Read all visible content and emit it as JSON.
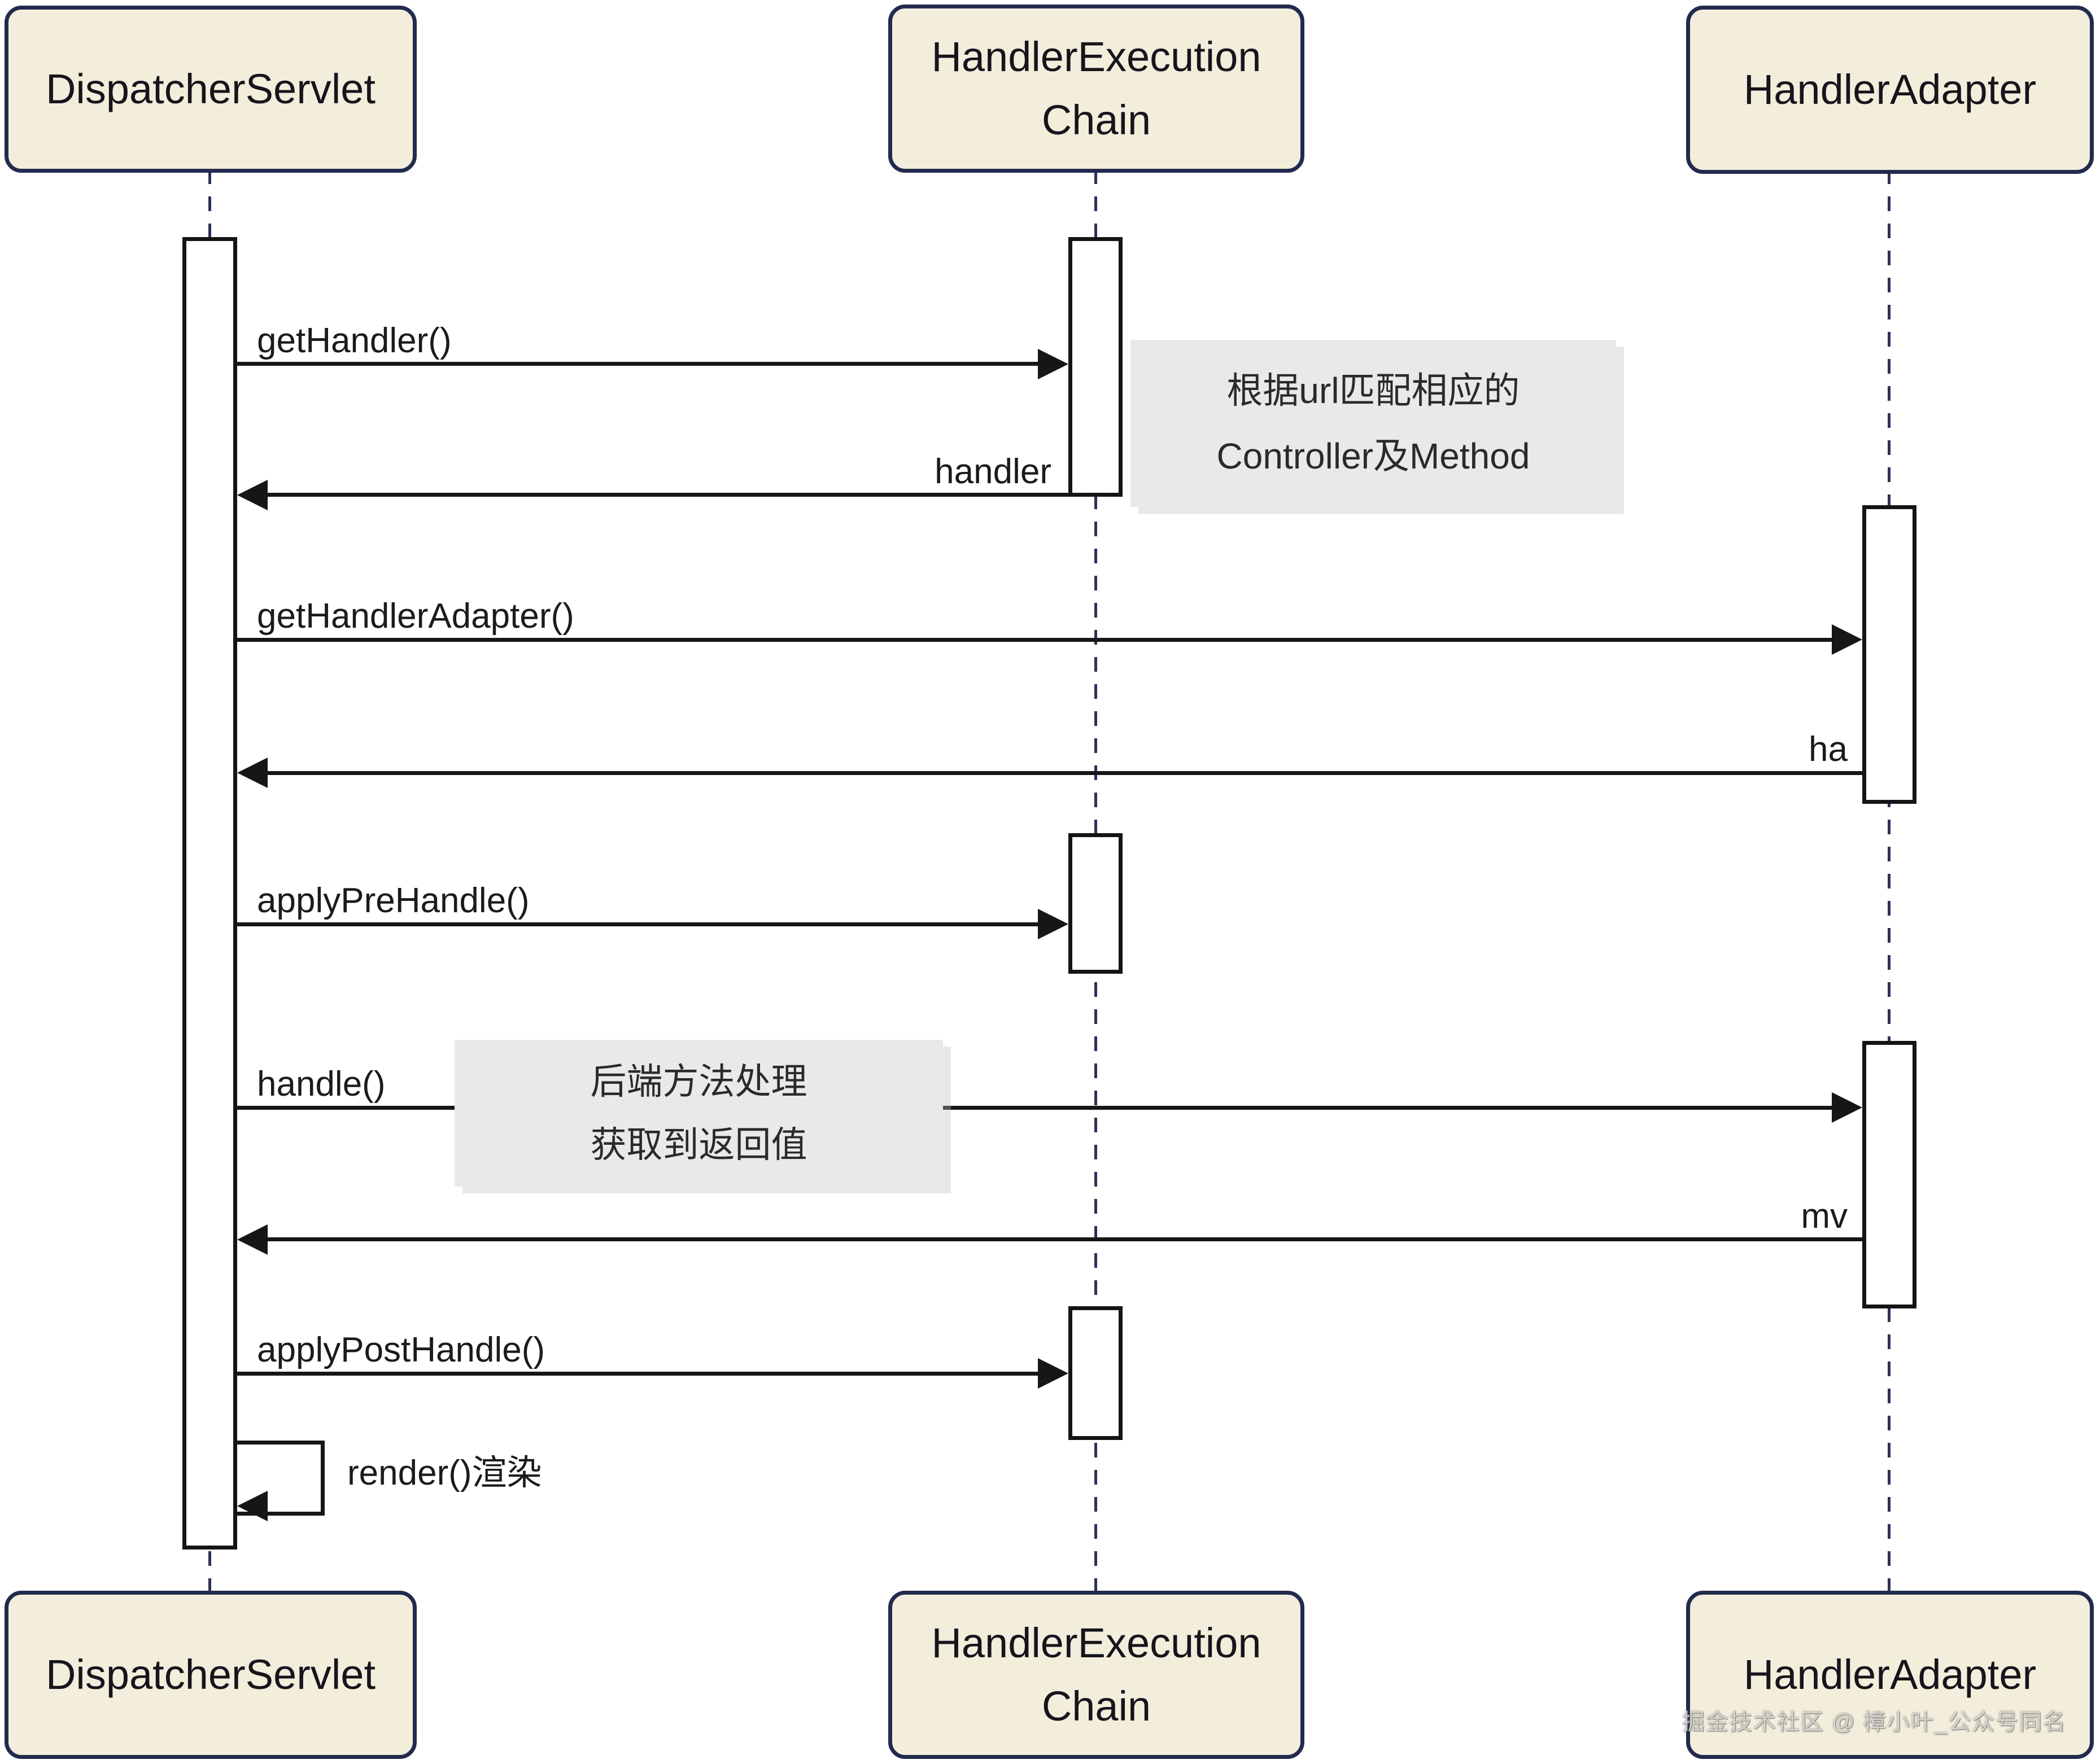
{
  "diagram": {
    "title": "Spring MVC DispatcherServlet sequence diagram",
    "actors": [
      {
        "id": "dispatcher-servlet",
        "label": "DispatcherServlet"
      },
      {
        "id": "handler-execution-chain",
        "label_line1": "HandlerExecution",
        "label_line2": "Chain"
      },
      {
        "id": "handler-adapter",
        "label": "HandlerAdapter"
      }
    ],
    "messages": [
      {
        "label": "getHandler()"
      },
      {
        "label": "handler"
      },
      {
        "label": "getHandlerAdapter()"
      },
      {
        "label": "ha"
      },
      {
        "label": "applyPreHandle()"
      },
      {
        "label": "handle()"
      },
      {
        "label": "mv"
      },
      {
        "label": "applyPostHandle()"
      },
      {
        "label": "render()渲染"
      }
    ],
    "notes": [
      {
        "line1": "根据url匹配相应的",
        "line2": "Controller及Method"
      },
      {
        "line1": "后端方法处理",
        "line2": "获取到返回值"
      }
    ],
    "watermark": "掘金技术社区 @ 樟小叶_公众号同名",
    "colors": {
      "actor_fill": "#f3eedc",
      "actor_border": "#222a4e",
      "lifeline": "#2b3156",
      "activation_border": "#141414",
      "arrow": "#161616",
      "note_fill": "#e9e9e9",
      "background": "#ffffff"
    }
  }
}
